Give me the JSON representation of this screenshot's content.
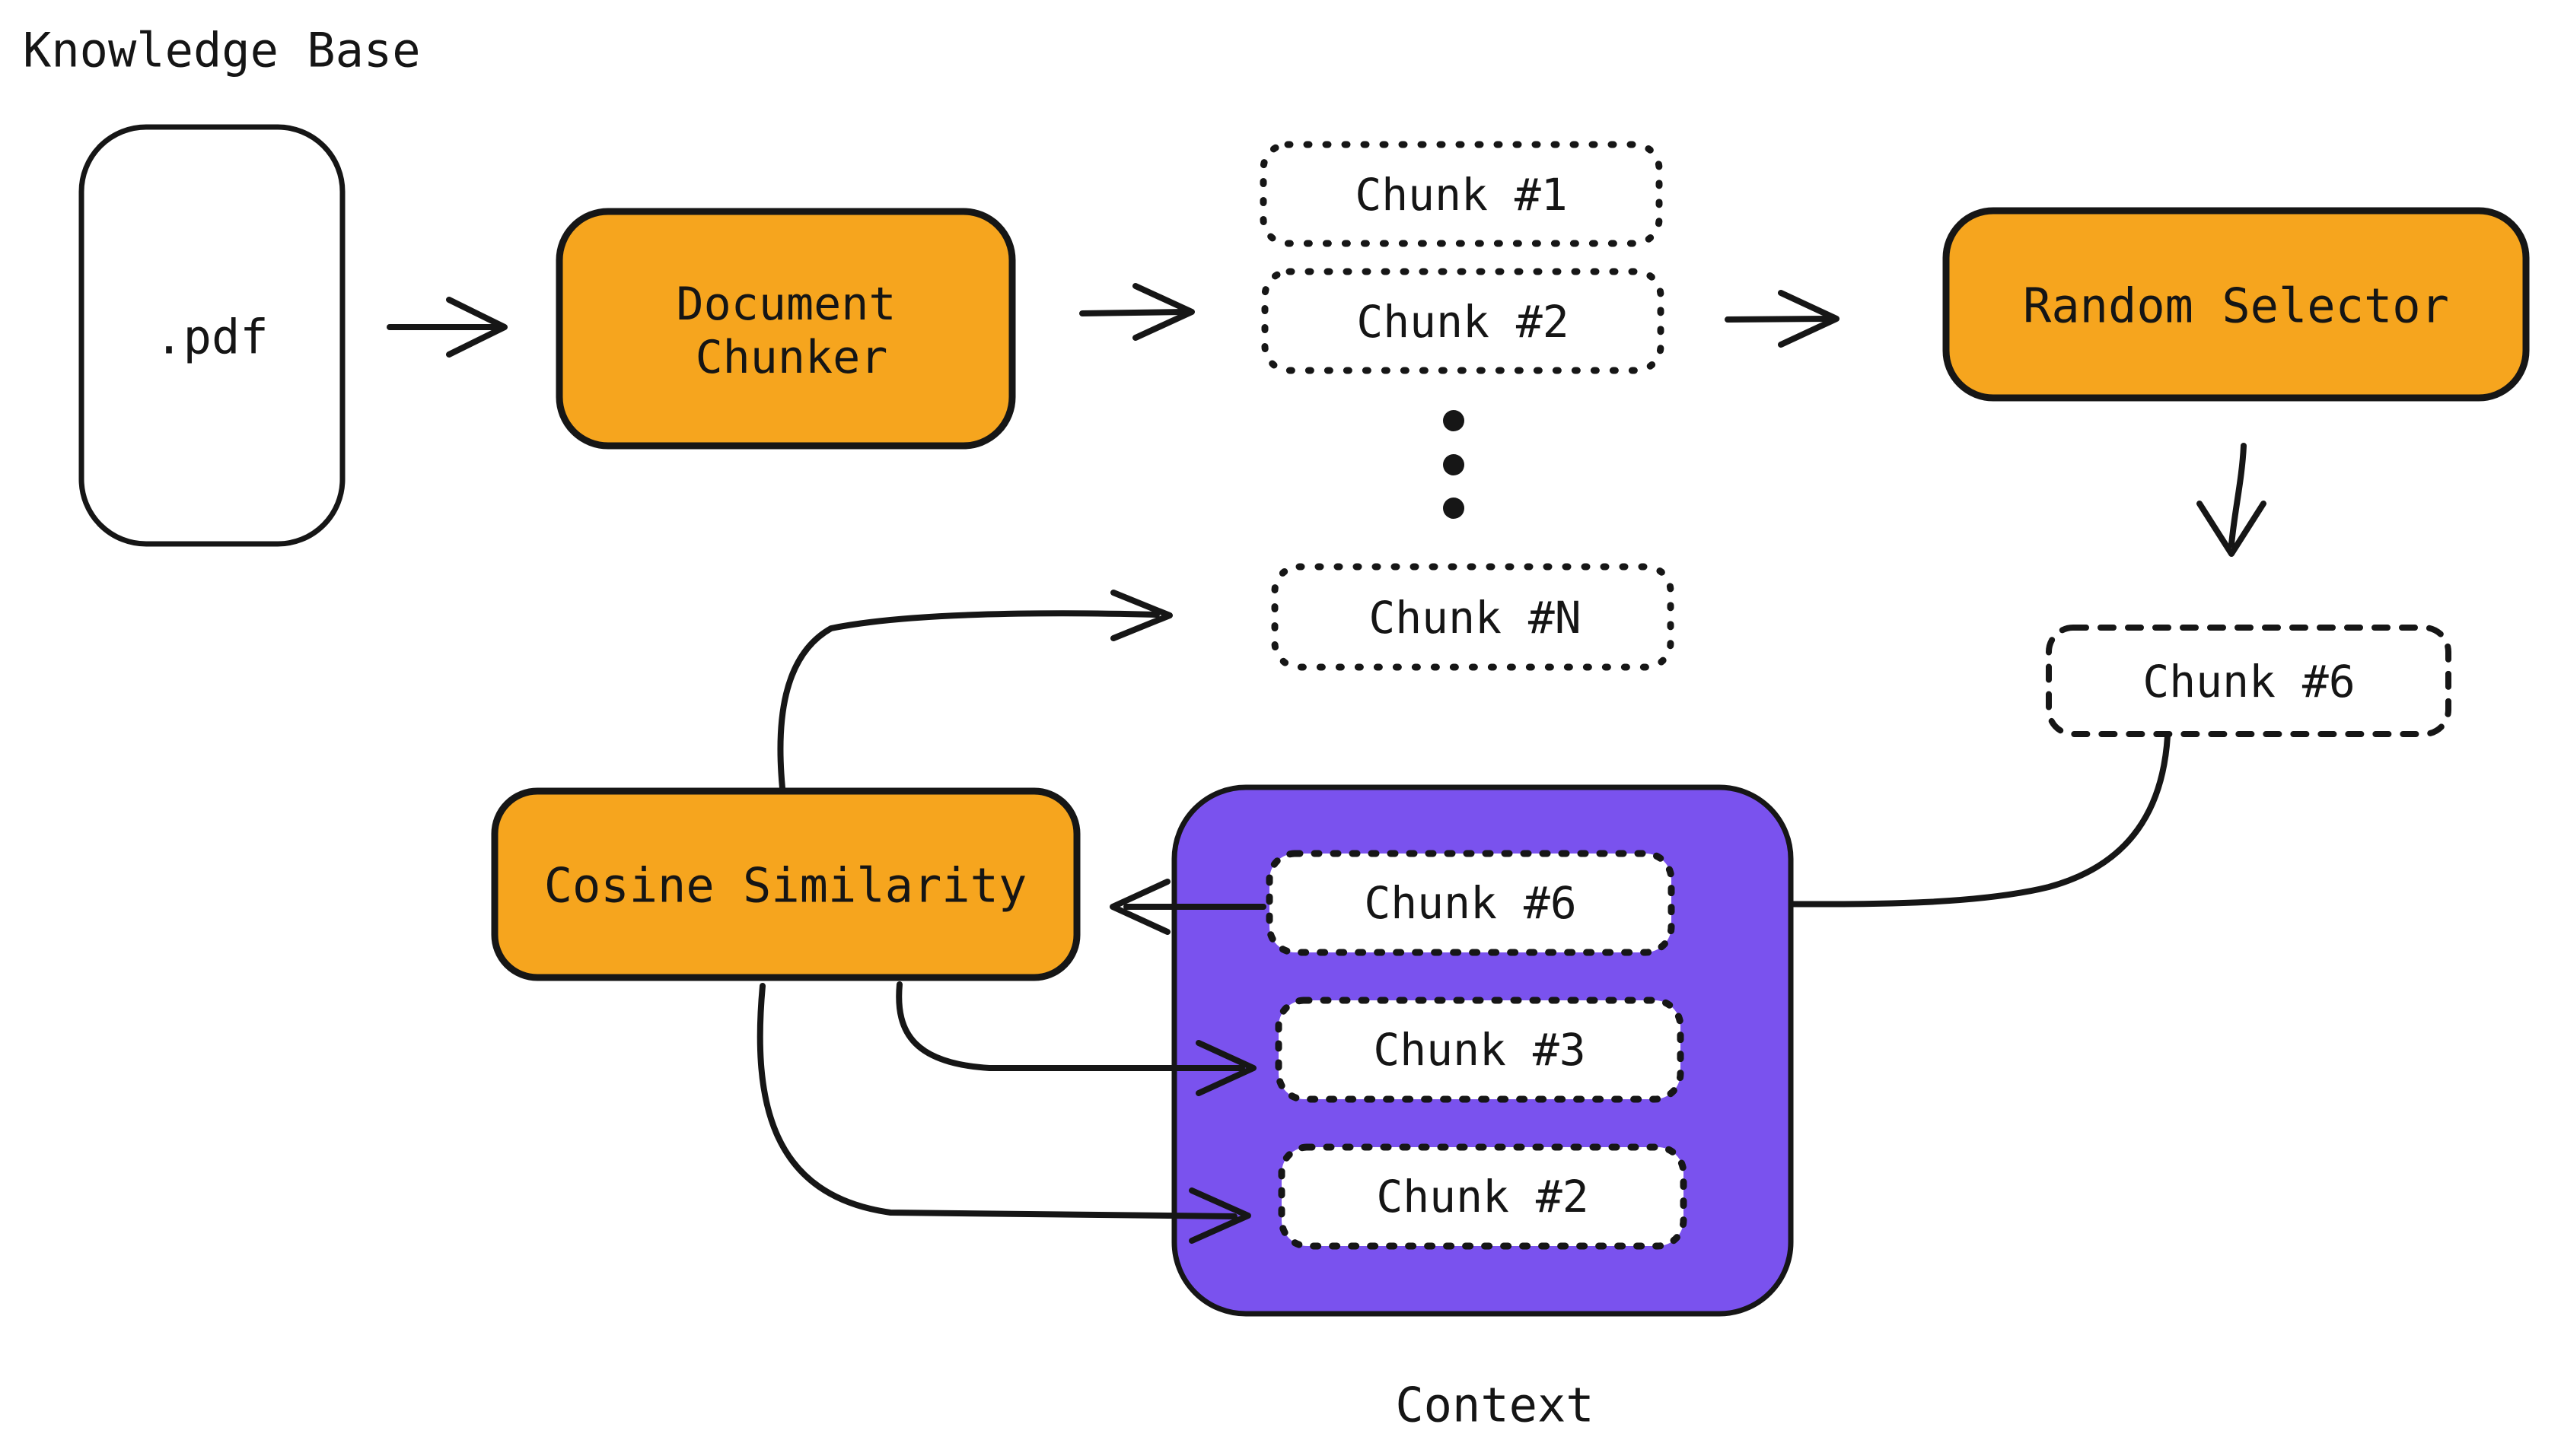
{
  "diagram": {
    "knowledge_base_label": "Knowledge Base",
    "context_label": "Context",
    "nodes": {
      "pdf": ".pdf",
      "document_chunker_line1": "Document",
      "document_chunker_line2": "Chunker",
      "chunk_1": "Chunk #1",
      "chunk_2": "Chunk #2",
      "chunk_n": "Chunk #N",
      "random_selector": "Random Selector",
      "selected_chunk": "Chunk #6",
      "cosine_similarity": "Cosine Similarity",
      "context_chunks": [
        "Chunk #6",
        "Chunk #3",
        "Chunk #2"
      ]
    },
    "colors": {
      "orange": "#F6A51E",
      "purple": "#7A52EE",
      "ink": "#161616"
    }
  }
}
